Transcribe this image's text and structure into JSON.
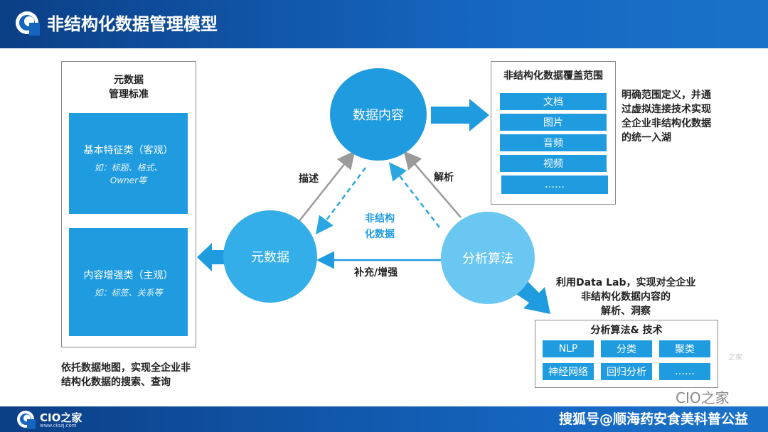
{
  "header": {
    "title": "非结构化数据管理模型"
  },
  "left_panel": {
    "title_line1": "元数据",
    "title_line2": "管理标准",
    "box1_title": "基本特征类（客观）",
    "box1_line1": "如：标题、格式、",
    "box1_line2": "Owner等",
    "box2_title": "内容增强类（主观）",
    "box2_line1": "如：标签、关系等"
  },
  "left_caption": {
    "line1": "依托数据地图，实现全企业非",
    "line2": "结构化数据的搜索、查询"
  },
  "circles": {
    "content": "数据内容",
    "metadata": "元数据",
    "algorithm": "分析算法",
    "center_line1": "非结构",
    "center_line2": "化数据"
  },
  "edges": {
    "describe": "描述",
    "parse": "解析",
    "supplement": "补充/增强"
  },
  "coverage": {
    "title": "非结构化数据覆盖范围",
    "items": [
      "文档",
      "图片",
      "音频",
      "视频",
      "……"
    ]
  },
  "coverage_caption": {
    "line1": "明确范围定义，并通",
    "line2": "过虚拟连接技术实现",
    "line3": "全企业非结构化数据",
    "line4": "的统一入湖"
  },
  "datalab_caption": {
    "line1": "利用Data Lab，实现对全企业",
    "line2": "非结构化数据内容的",
    "line3": "解析、洞察"
  },
  "algo_panel": {
    "title": "分析算法& 技术",
    "items": [
      "NLP",
      "分类",
      "聚类",
      "神经网络",
      "回归分析",
      "……"
    ]
  },
  "footer": {
    "brand": "CIO之家",
    "site": "www.ciozj.com",
    "credit": "搜狐号@顺海药安食美科普公益"
  },
  "watermarks": {
    "bottom": "CIO之家",
    "side": "之家"
  },
  "colors": {
    "header_blue": "#1565c0",
    "box_blue": "#1f9be0",
    "circle_blue": "#1f9be0",
    "circle_light": "#5cc0ef",
    "arrow_blue": "#1f9be0",
    "dashed": "#2aa7e2"
  }
}
